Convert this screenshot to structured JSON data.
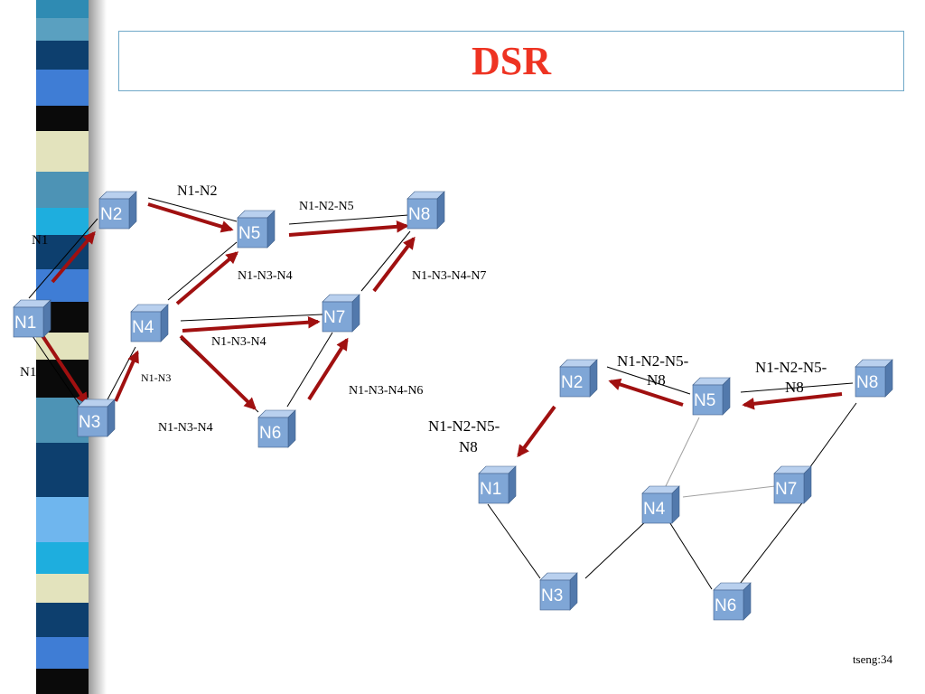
{
  "title": "DSR",
  "footer": "tseng:34",
  "colors": {
    "title": "#ee3322",
    "arrow": "#a01010",
    "cube_front": "#7fa6d6",
    "cube_top": "#b9d0ee",
    "cube_side": "#5279ac"
  },
  "left_diagram": {
    "nodes": [
      {
        "id": "N1",
        "label": "N1"
      },
      {
        "id": "N2",
        "label": "N2"
      },
      {
        "id": "N3",
        "label": "N3"
      },
      {
        "id": "N4",
        "label": "N4"
      },
      {
        "id": "N5",
        "label": "N5"
      },
      {
        "id": "N6",
        "label": "N6"
      },
      {
        "id": "N7",
        "label": "N7"
      },
      {
        "id": "N8",
        "label": "N8"
      }
    ],
    "edges": [
      {
        "from": "N1",
        "to": "N2"
      },
      {
        "from": "N1",
        "to": "N3"
      },
      {
        "from": "N2",
        "to": "N5"
      },
      {
        "from": "N5",
        "to": "N8"
      },
      {
        "from": "N4",
        "to": "N5"
      },
      {
        "from": "N4",
        "to": "N7"
      },
      {
        "from": "N4",
        "to": "N6"
      },
      {
        "from": "N3",
        "to": "N4"
      },
      {
        "from": "N6",
        "to": "N7"
      },
      {
        "from": "N7",
        "to": "N8"
      }
    ],
    "labels": {
      "n1": "N1",
      "n1_n3_partial": "N1",
      "n1_n2": "N1-N2",
      "n1_n2_n5": "N1-N2-N5",
      "n1_n3_n4_top": "N1-N3-N4",
      "n1_n3_n4_n7": "N1-N3-N4-N7",
      "n1_n3_n4_mid": "N1-N3-N4",
      "n1_n3": "N1-N3",
      "n1_n3_n4_n6": "N1-N3-N4-N6",
      "n1_n3_n4_bottom": "N1-N3-N4"
    }
  },
  "right_diagram": {
    "nodes": [
      {
        "id": "N1",
        "label": "N1"
      },
      {
        "id": "N2",
        "label": "N2"
      },
      {
        "id": "N3",
        "label": "N3"
      },
      {
        "id": "N4",
        "label": "N4"
      },
      {
        "id": "N5",
        "label": "N5"
      },
      {
        "id": "N6",
        "label": "N6"
      },
      {
        "id": "N7",
        "label": "N7"
      },
      {
        "id": "N8",
        "label": "N8"
      }
    ],
    "edges": [
      {
        "from": "N2",
        "to": "N5"
      },
      {
        "from": "N5",
        "to": "N8"
      },
      {
        "from": "N5",
        "to": "N4"
      },
      {
        "from": "N4",
        "to": "N7"
      },
      {
        "from": "N8",
        "to": "N7"
      },
      {
        "from": "N1",
        "to": "N3"
      },
      {
        "from": "N3",
        "to": "N4"
      },
      {
        "from": "N4",
        "to": "N6"
      },
      {
        "from": "N6",
        "to": "N7"
      }
    ],
    "labels": {
      "route_n5_n2_l1": "N1-N2-N5-",
      "route_n5_n2_l2": "N8",
      "route_n8_n5_l1": "N1-N2-N5-",
      "route_n8_n5_l2": "N8",
      "route_n2_n1_l1": "N1-N2-N5-",
      "route_n2_n1_l2": "N8"
    }
  }
}
